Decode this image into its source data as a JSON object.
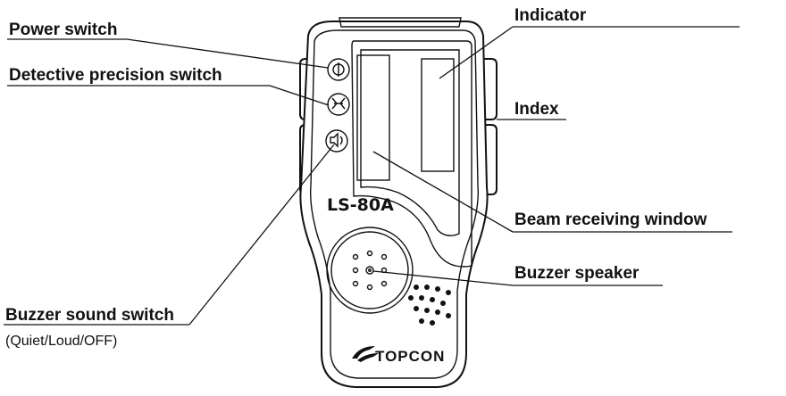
{
  "device": {
    "model": "LS-80A",
    "brand": "TOPCON"
  },
  "callouts": {
    "power_switch": "Power switch",
    "detective_precision_switch": "Detective precision switch",
    "buzzer_sound_switch": "Buzzer sound switch",
    "buzzer_sound_switch_note": "(Quiet/Loud/OFF)",
    "indicator": "Indicator",
    "index": "Index",
    "beam_receiving_window": "Beam receiving window",
    "buzzer_speaker": "Buzzer speaker"
  },
  "icons": [
    "power-icon",
    "precision-icon",
    "sound-icon",
    "topcon-logo-icon"
  ]
}
